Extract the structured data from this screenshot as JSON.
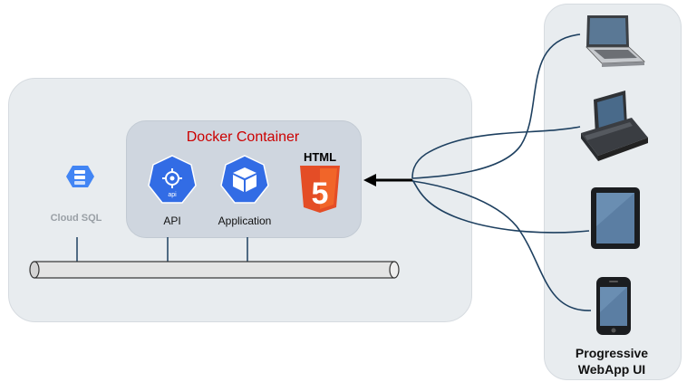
{
  "diagram": {
    "container_title": "Docker Container",
    "cloud_sql_label": "Cloud SQL",
    "api_label": "API",
    "api_icon_text": "api",
    "application_label": "Application",
    "html_badge_text": "HTML",
    "html_badge_number": "5",
    "pwa_label_line1": "Progressive",
    "pwa_label_line2": "WebApp UI"
  },
  "colors": {
    "container_title": "#cc0000",
    "kubernetes_blue": "#326ce5",
    "html5_orange": "#e44d26",
    "cloud_sql_blue": "#4285f4"
  },
  "icons": [
    "cloud-sql-icon",
    "api-icon",
    "application-icon",
    "html5-icon",
    "laptop-icon",
    "desktop-icon",
    "tablet-icon",
    "phone-icon"
  ]
}
